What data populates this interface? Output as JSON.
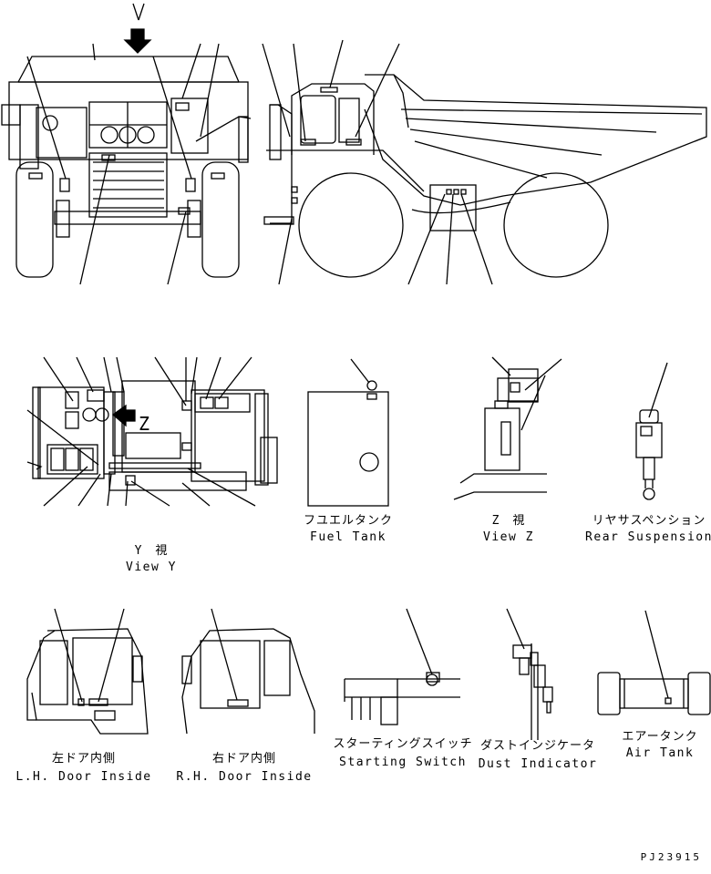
{
  "arrow_label": "Y",
  "view_z_marker": "Z",
  "captions": {
    "view_y": {
      "jp": "Y　視",
      "en": "View Y"
    },
    "fuel_tank": {
      "jp": "フユエルタンク",
      "en": "Fuel Tank"
    },
    "view_z": {
      "jp": "Z　視",
      "en": "View Z"
    },
    "rear_susp": {
      "jp": "リヤサスペンション",
      "en": "Rear Suspension"
    },
    "lh_door": {
      "jp": "左ドア内側",
      "en": "L.H. Door Inside"
    },
    "rh_door": {
      "jp": "右ドア内側",
      "en": "R.H. Door Inside"
    },
    "start_sw": {
      "jp": "スターティングスイッチ",
      "en": "Starting Switch"
    },
    "dust_ind": {
      "jp": "ダストインジケータ",
      "en": "Dust Indicator"
    },
    "air_tank": {
      "jp": "エアータンク",
      "en": "Air Tank"
    }
  },
  "drawing_code": "PJ23915"
}
